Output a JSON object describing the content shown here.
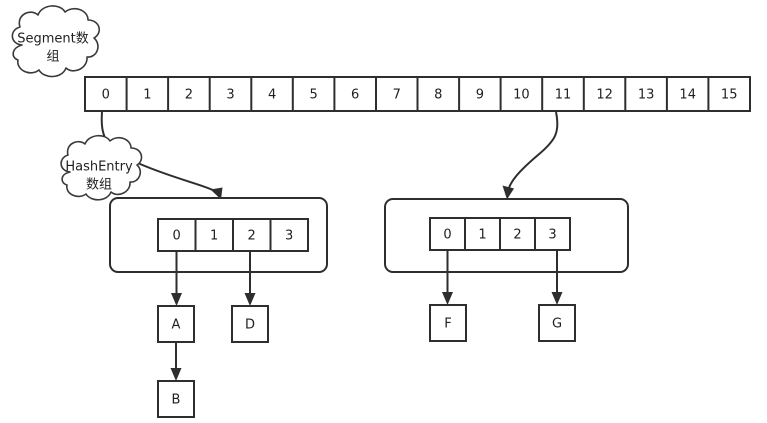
{
  "diagram": {
    "title": "ConcurrentHashMap Segment / HashEntry structure",
    "colors": {
      "stroke": "#2e2e2e",
      "fill": "#ffffff",
      "text": "#1f1f1f",
      "background": "#ffffff"
    },
    "labels": {
      "segment_cloud_line1": "Segment数",
      "segment_cloud_line2": "组",
      "hashentry_cloud_line1": "HashEntry",
      "hashentry_cloud_line2": "数组"
    },
    "segment_array": {
      "name": "segment-array",
      "cells": [
        "0",
        "1",
        "2",
        "3",
        "4",
        "5",
        "6",
        "7",
        "8",
        "9",
        "10",
        "11",
        "12",
        "13",
        "14",
        "15"
      ]
    },
    "hashentry_arrays": [
      {
        "name": "hashentry-array-left",
        "from_segment_index": "0",
        "cells": [
          "0",
          "1",
          "2",
          "3"
        ]
      },
      {
        "name": "hashentry-array-right",
        "from_segment_index": "11",
        "cells": [
          "0",
          "1",
          "2",
          "3"
        ]
      }
    ],
    "entry_nodes": [
      {
        "id": "node-a",
        "label": "A"
      },
      {
        "id": "node-b",
        "label": "B"
      },
      {
        "id": "node-d",
        "label": "D"
      },
      {
        "id": "node-f",
        "label": "F"
      },
      {
        "id": "node-g",
        "label": "G"
      }
    ]
  }
}
